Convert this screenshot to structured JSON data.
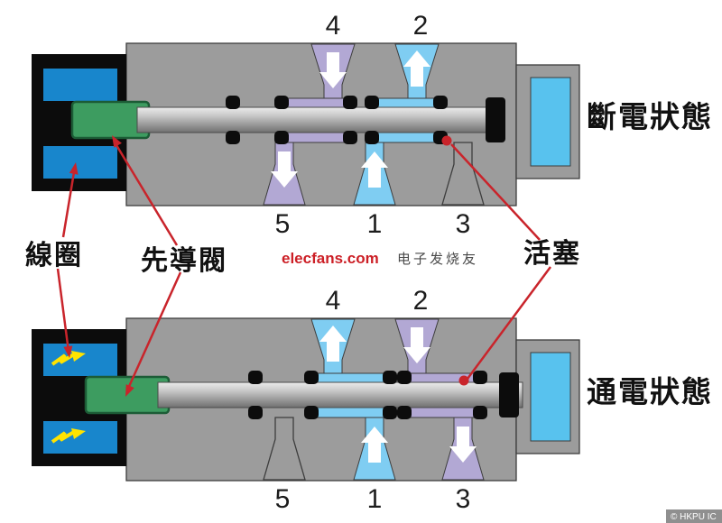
{
  "colors": {
    "body_gray": "#9c9c9c",
    "outline": "#3d3d3d",
    "channel_purple": "#b2a8d4",
    "channel_blue": "#7fcdf2",
    "coil_blue": "#1886cc",
    "cap_blue": "#58c2ee",
    "housing_black": "#0c0c0c",
    "pilot_green": "#3d9c60",
    "annotation_red": "#c9242b",
    "spark_yellow": "#ffe300"
  },
  "labels": {
    "coil": "線圈",
    "pilot_valve": "先導閥",
    "piston": "活塞"
  },
  "valve_off": {
    "state_label": "斷電狀態",
    "ports": {
      "p4": "4",
      "p2": "2",
      "p5": "5",
      "p1": "1",
      "p3": "3"
    },
    "flow_arrows": {
      "p4": "down",
      "p2": "up",
      "p5": "down",
      "p1": "up",
      "p3": "none"
    }
  },
  "valve_on": {
    "state_label": "通電狀態",
    "ports": {
      "p4": "4",
      "p2": "2",
      "p5": "5",
      "p1": "1",
      "p3": "3"
    },
    "flow_arrows": {
      "p4": "up",
      "p2": "down",
      "p5": "none",
      "p1": "up",
      "p3": "down"
    }
  },
  "watermark": {
    "brand": "elecfans.com",
    "tagline": "电子发烧友"
  },
  "credit": "© HKPU IC"
}
